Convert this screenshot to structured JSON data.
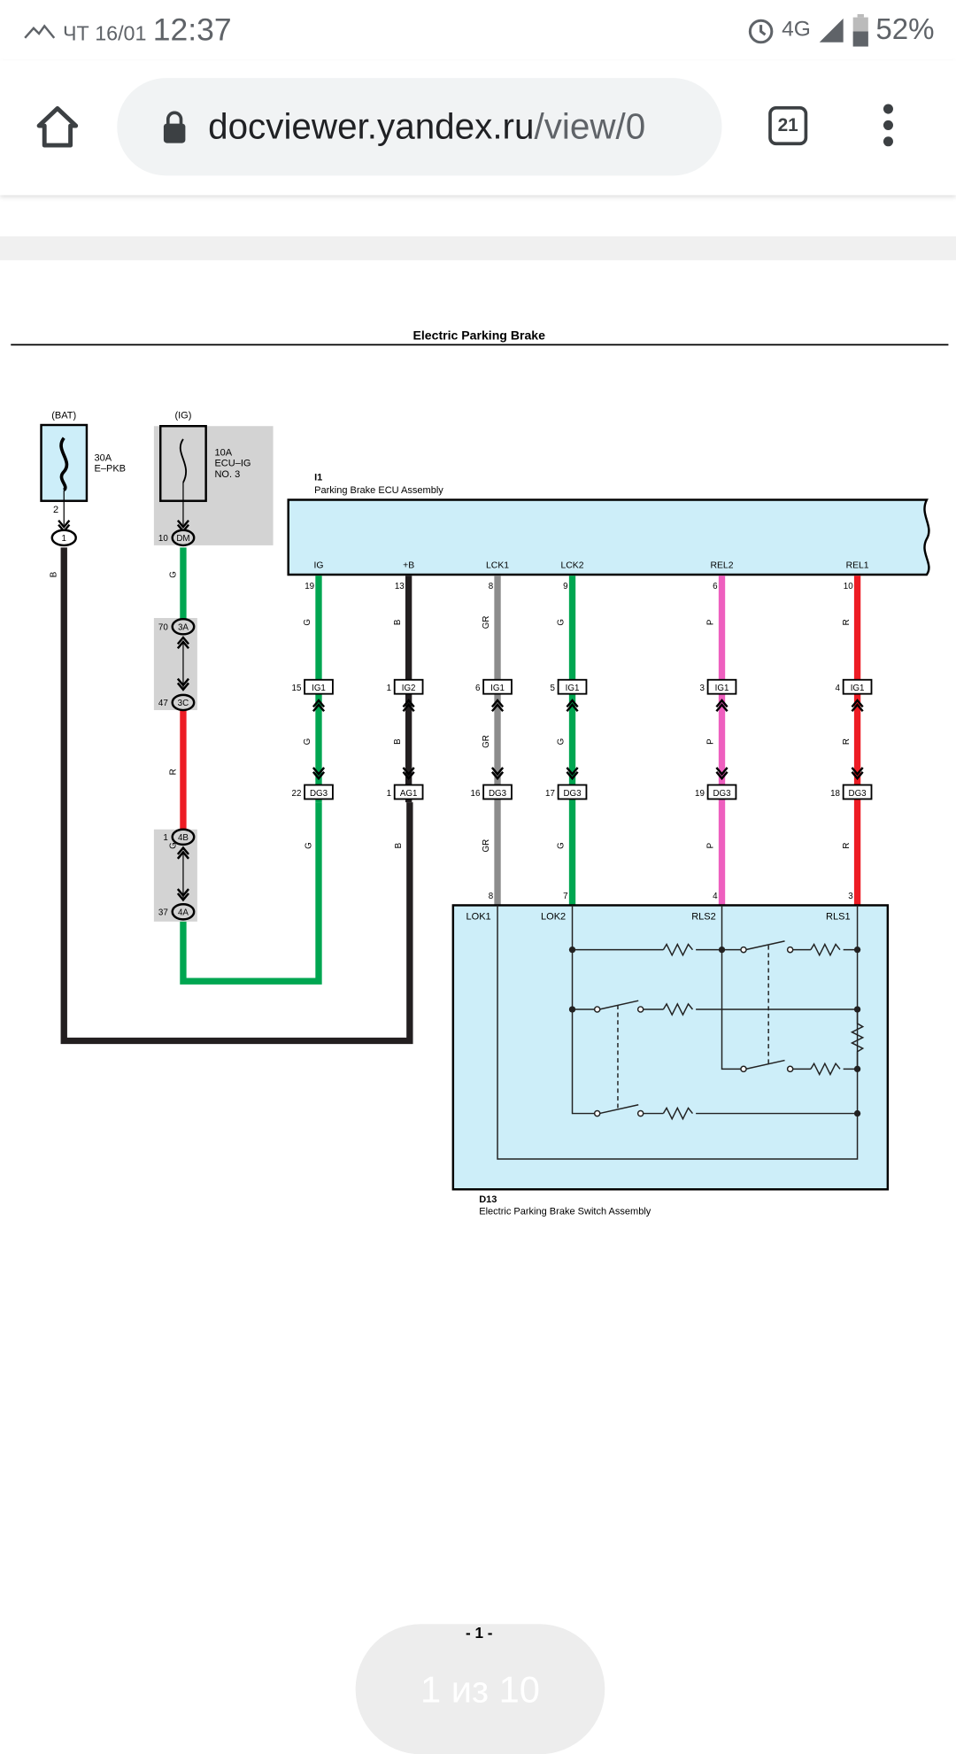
{
  "status_bar": {
    "date": "ЧТ 16/01",
    "time": "12:37",
    "network": "4G",
    "battery": "52%",
    "battery_level": 0.52
  },
  "browser": {
    "url_domain": "docviewer.yandex.ru",
    "url_path": "/view/0",
    "tab_count": "21"
  },
  "document": {
    "title": "Electric Parking Brake",
    "page_number": "- 1 -",
    "pager": "1 из 10",
    "bat_fuse": {
      "source": "(BAT)",
      "rating": "30A",
      "name": "E–PKB",
      "pin": "2",
      "connector": "1",
      "wire": "B"
    },
    "ig_fuse": {
      "source": "(IG)",
      "rating": "10A",
      "name1": "ECU–IG",
      "name2": "NO. 3",
      "connector_pin": "10",
      "connector": "DM",
      "path": [
        {
          "pin": "70",
          "conn": "3A"
        },
        {
          "pin": "47",
          "conn": "3C"
        },
        {
          "pin": "1",
          "conn": "4B"
        },
        {
          "pin": "37",
          "conn": "4A"
        }
      ],
      "wires": [
        "G",
        "R",
        "G"
      ]
    },
    "ecu": {
      "id": "I1",
      "name": "Parking Brake ECU Assembly",
      "pins": [
        {
          "name": "IG",
          "pin": "19",
          "wire": "G",
          "c1pin": "15",
          "c1": "IG1",
          "c2pin": "22",
          "c2": "DG3",
          "sw": ""
        },
        {
          "name": "+B",
          "pin": "13",
          "wire": "B",
          "c1pin": "1",
          "c1": "IG2",
          "c2pin": "1",
          "c2": "AG1",
          "sw": ""
        },
        {
          "name": "LCK1",
          "pin": "8",
          "wire": "GR",
          "c1pin": "6",
          "c1": "IG1",
          "c2pin": "16",
          "c2": "DG3",
          "sw": "8"
        },
        {
          "name": "LCK2",
          "pin": "9",
          "wire": "G",
          "c1pin": "5",
          "c1": "IG1",
          "c2pin": "17",
          "c2": "DG3",
          "sw": "7"
        },
        {
          "name": "REL2",
          "pin": "6",
          "wire": "P",
          "c1pin": "3",
          "c1": "IG1",
          "c2pin": "19",
          "c2": "DG3",
          "sw": "4"
        },
        {
          "name": "REL1",
          "pin": "10",
          "wire": "R",
          "c1pin": "4",
          "c1": "IG1",
          "c2pin": "18",
          "c2": "DG3",
          "sw": "3"
        }
      ]
    },
    "switch": {
      "id": "D13",
      "name": "Electric Parking Brake Switch Assembly",
      "pins": [
        "LOK1",
        "LOK2",
        "RLS2",
        "RLS1"
      ]
    },
    "wire_colors": {
      "G": "#00a651",
      "B": "#231f20",
      "GR": "#8c8c8c",
      "P": "#ee5fbf",
      "R": "#ed1c24"
    },
    "box_fill": "#cdeef9",
    "splice_fill": "#d3d3d3"
  }
}
